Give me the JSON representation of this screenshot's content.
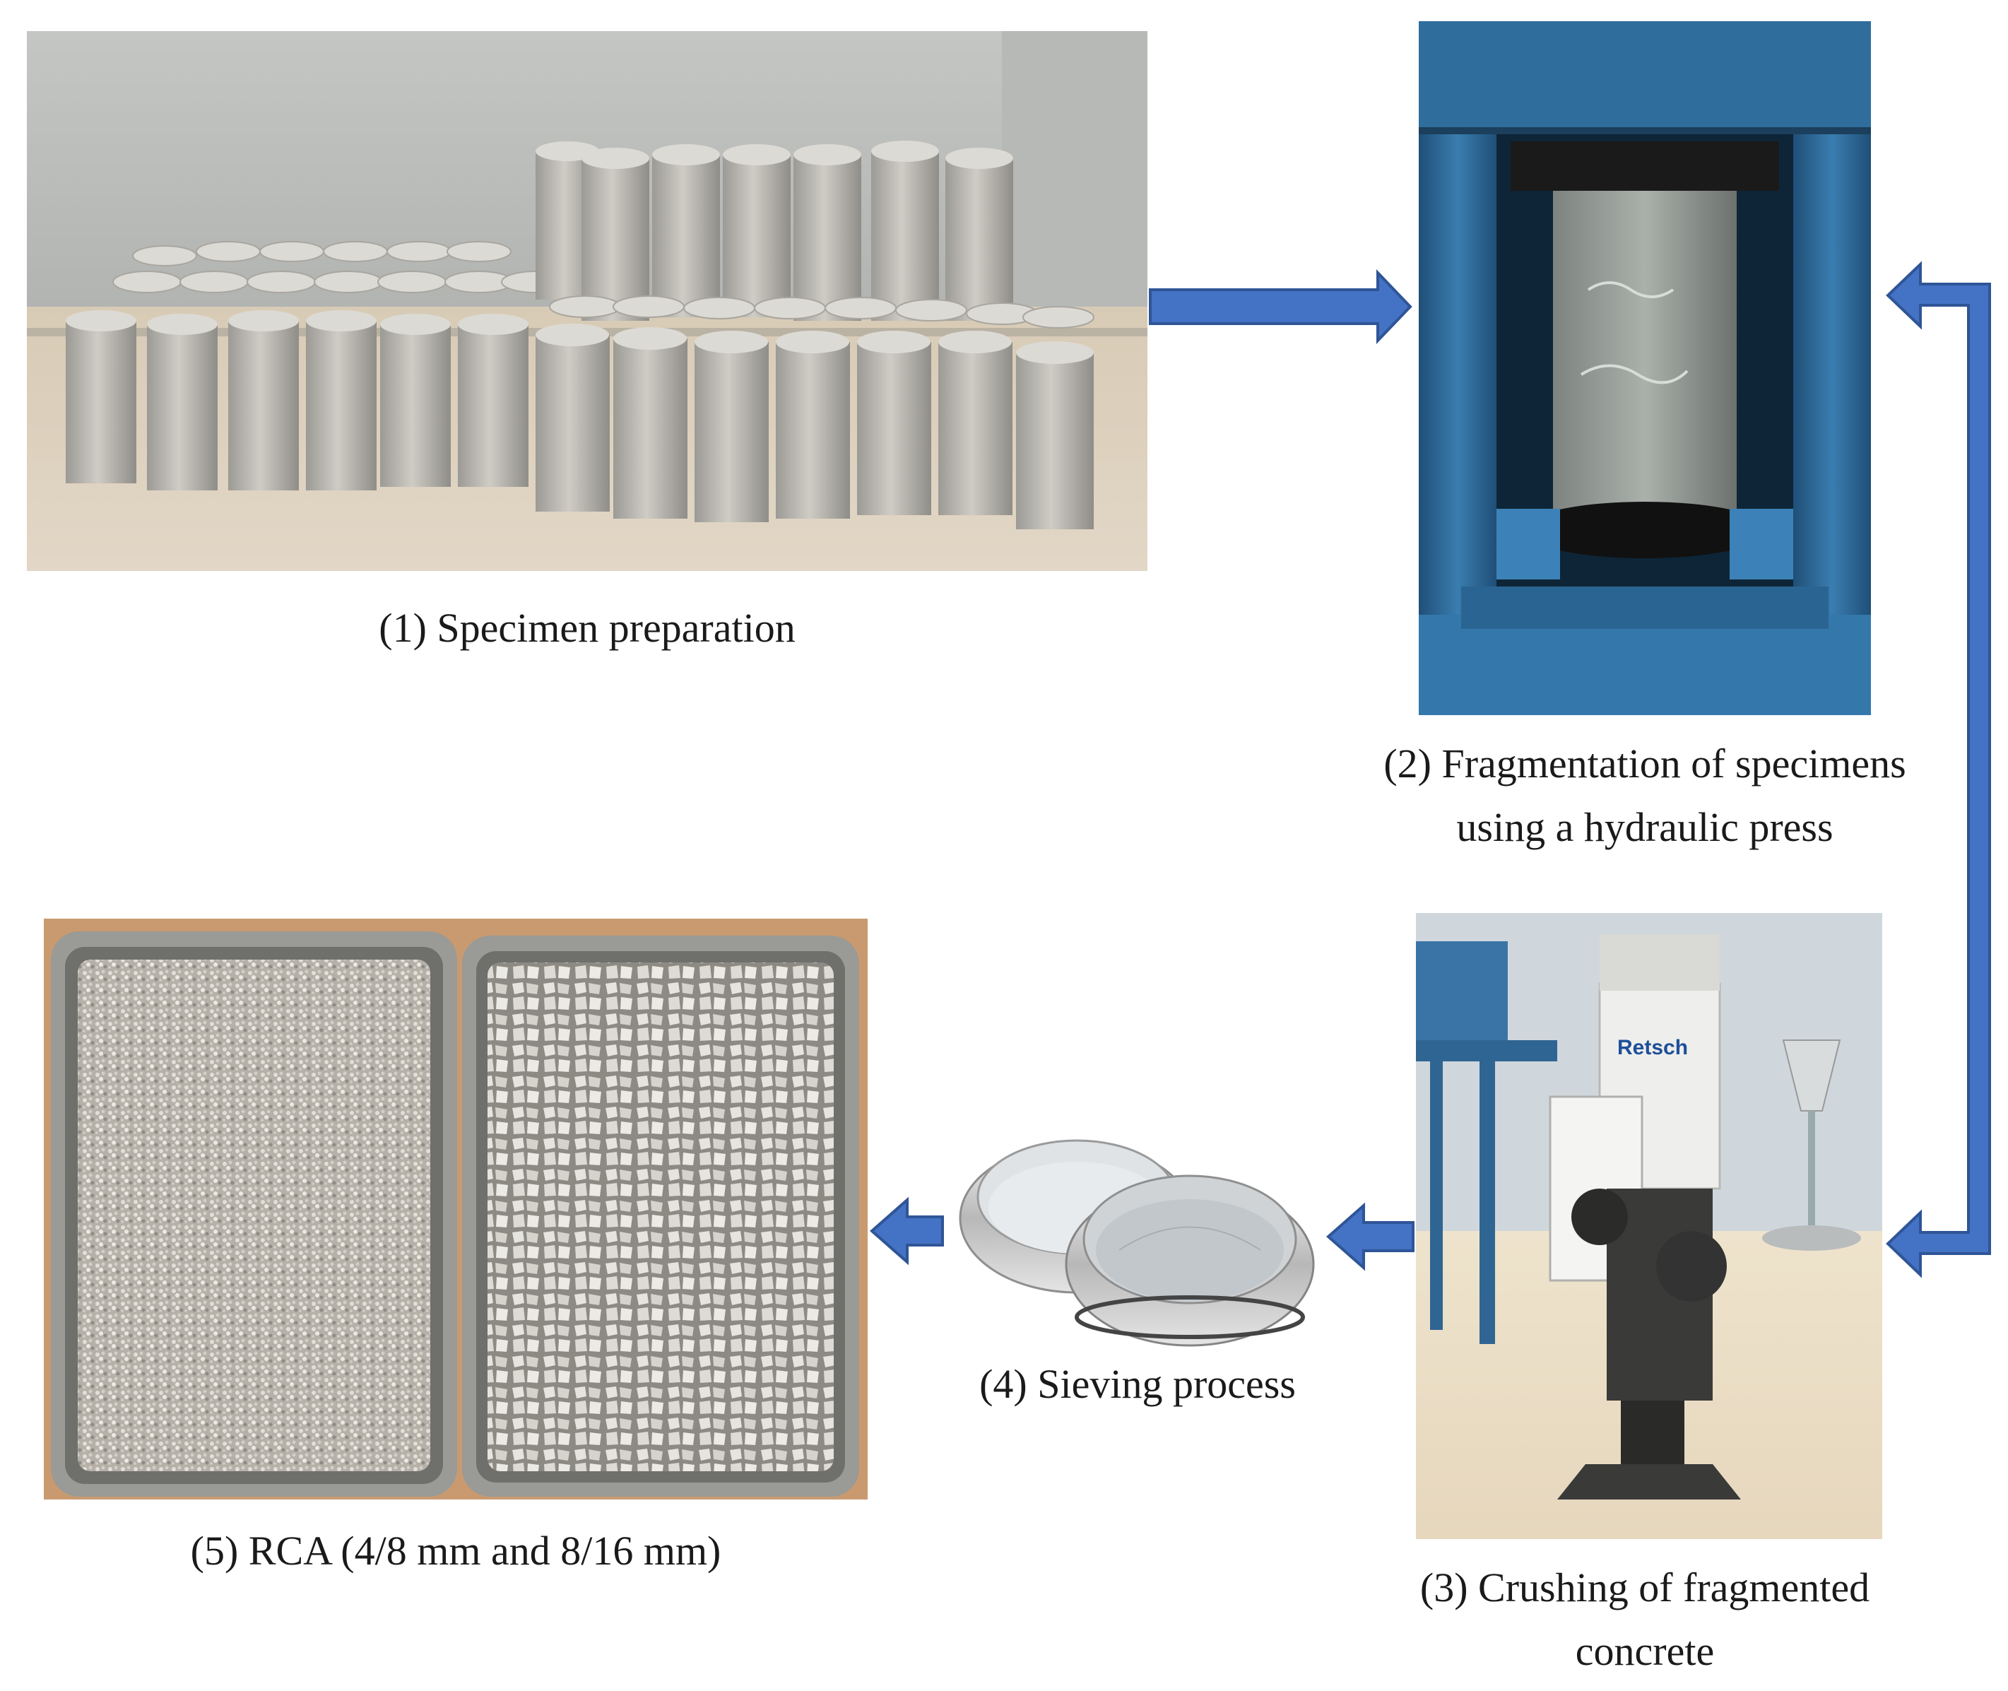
{
  "steps": [
    {
      "label": "(1) Specimen preparation"
    },
    {
      "label_line1": "(2) Fragmentation of specimens",
      "label_line2": "using a hydraulic press"
    },
    {
      "label_line1": "(3) Crushing of fragmented",
      "label_line2": "concrete"
    },
    {
      "label": "(4) Sieving process"
    },
    {
      "label": "(5) RCA (4/8 mm and 8/16 mm)"
    }
  ],
  "machine_brand": "Retsch",
  "colors": {
    "arrow": "#4472C4",
    "arrow_edge": "#2F5597",
    "concrete": "#bdbab2",
    "press_blue": "#2f6d9c",
    "wall": "#c6c7c4",
    "tray_steel": "#9a9a96",
    "board": "#c99a70"
  }
}
